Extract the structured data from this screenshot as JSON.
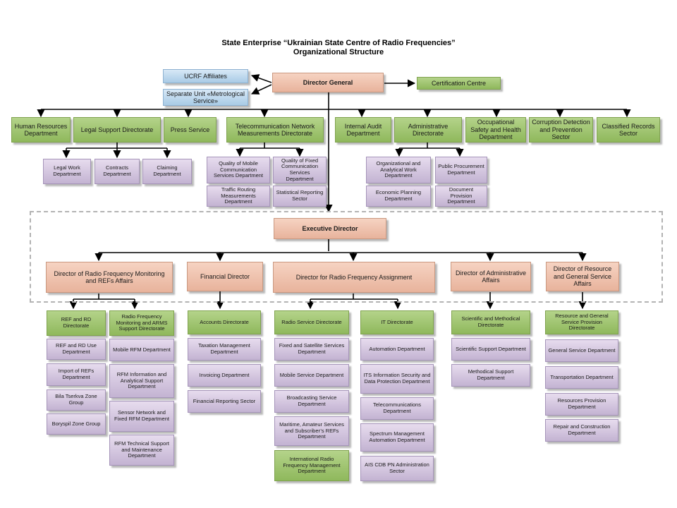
{
  "header": {
    "title": "State Enterprise “Ukrainian State Centre of Radio Frequencies”",
    "subtitle": "Organizational Structure"
  },
  "top": {
    "director_general": "Director General",
    "affiliates": "UCRF Affiliates",
    "separate_unit": "Separate Unit «Metrological Service»",
    "certification": "Certification Centre"
  },
  "tier1": {
    "hr": "Human Resources Department",
    "legal": "Legal Support Directorate",
    "press": "Press Service",
    "telecom": "Telecommunication Network Measurements Directorate",
    "audit": "Internal Audit Department",
    "admin": "Administrative Directorate",
    "safety": "Occupational Safety and Health Department",
    "corruption": "Corruption Detection and Prevention Sector",
    "classified": "Classified Records Sector"
  },
  "legal_units": {
    "legal_work": "Legal Work Department",
    "contracts": "Contracts Department",
    "claiming": "Claiming Department"
  },
  "telecom_units": {
    "mobile_quality": "Quality of Mobile Communication Services Department",
    "fixed_quality": "Quality of Fixed Communication Services Department",
    "traffic": "Traffic Routing Measurements Department",
    "statistical": "Statistical Reporting Sector"
  },
  "admin_units": {
    "org_work": "Organizational and Analytical Work Department",
    "procurement": "Public Procurement Department",
    "economic": "Economic Planning Department",
    "document": "Document Provision Department"
  },
  "executive_director": "Executive Director",
  "directors": {
    "monitoring": "Director of Radio Frequency Monitoring and REFs Affairs",
    "financial": "Financial Director",
    "assignment": "Director for Radio Frequency Assignment",
    "administrative": "Director of Administrative Affairs",
    "resource": "Director of Resource and General Service Affairs"
  },
  "monitoring_units": {
    "ref_rd": "REF and RD Directorate",
    "ref_rd_use": "REF and RD Use Department",
    "import": "Import of REFs Department",
    "bila": "Bila Tserkva Zone Group",
    "boryspil": "Boryspil Zone Group",
    "rfm_arms": "Radio Frequency Monitoring and ARMS Support Directorate",
    "mobile_rfm": "Mobile RFM Department",
    "rfm_info": "RFM Information and Analytical Support Department",
    "sensor": "Sensor Network and Fixed RFM Department",
    "rfm_tech": "RFM Technical Support and Maintenance Department"
  },
  "financial_units": {
    "accounts": "Accounts Directorate",
    "taxation": "Taxation Management Department",
    "invoicing": "Invoicing Department",
    "fin_reporting": "Financial Reporting Sector"
  },
  "assignment_units": {
    "radio_service": "Radio Service Directorate",
    "fixed_sat": "Fixed and Satellite Services Department",
    "mobile_service": "Mobile Service Department",
    "broadcasting": "Broadcasting Service Department",
    "maritime": "Maritime, Amateur Services and Subscriber’s REFs Department",
    "international": "International Radio Frequency Management Department",
    "it": "IT Directorate",
    "automation": "Automation Department",
    "its_security": "ITS Information Security and Data Protection Department",
    "telecommunications": "Telecommunications Department",
    "spectrum": "Spectrum Management Automation Department",
    "ais": "AIS CDB PN Administration Sector"
  },
  "administrative_units": {
    "scientific_methodical": "Scientific and Methodical Directorate",
    "scientific_support": "Scientific Support Department",
    "methodical_support": "Methodical Support Department"
  },
  "resource_units": {
    "rgs": "Resource and General Service Provision Directorate",
    "general": "General Service Department",
    "transport": "Transportation Department",
    "resources": "Resources Provision Department",
    "repair": "Repair and Construction Department"
  }
}
